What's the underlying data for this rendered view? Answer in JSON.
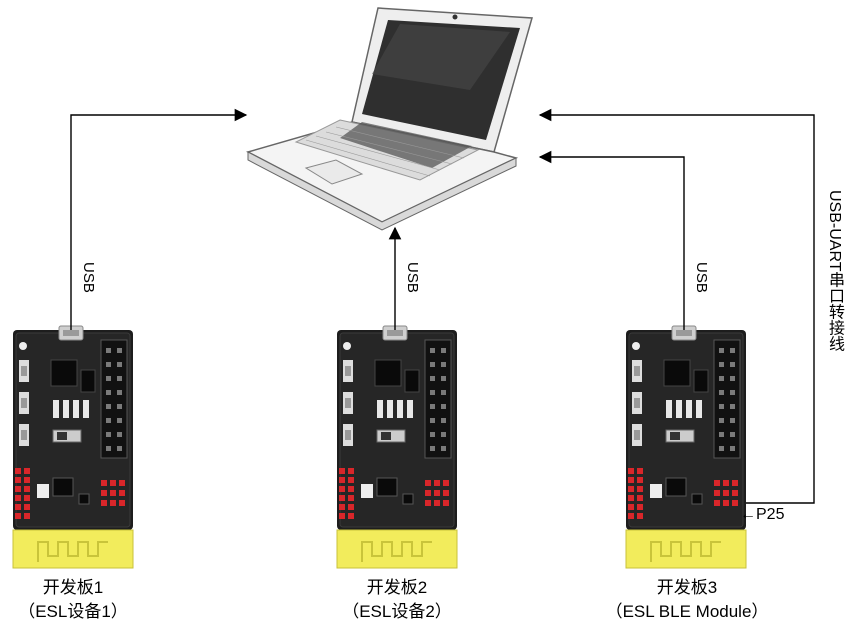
{
  "links": {
    "usb1": "USB",
    "usb2": "USB",
    "usb3": "USB",
    "uart": "USB-UART串口转接线"
  },
  "pin_label": "←P25",
  "boards": [
    {
      "name": "开发板1",
      "role": "（ESL设备1）"
    },
    {
      "name": "开发板2",
      "role": "（ESL设备2）"
    },
    {
      "name": "开发板3",
      "role": "（ESL BLE Module）"
    }
  ]
}
